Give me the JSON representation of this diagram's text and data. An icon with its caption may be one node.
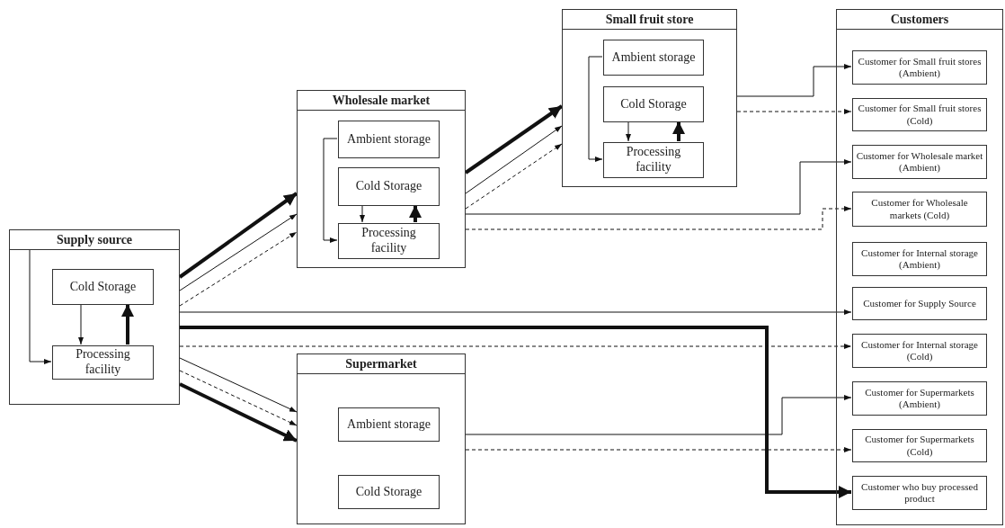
{
  "diagram": {
    "nodes": [
      {
        "text": [
          "Supply source"
        ]
      },
      {
        "text": [
          "Cold Storage"
        ],
        "in": 0
      },
      {
        "text": [
          "Processing facility"
        ],
        "in": 0
      },
      {
        "text": [
          "Wholesale market"
        ]
      },
      {
        "text": [
          "Ambient storage"
        ],
        "in": 3
      },
      {
        "text": [
          "Cold Storage"
        ],
        "in": 3
      },
      {
        "text": [
          "Processing facility"
        ],
        "in": 3
      },
      {
        "text": [
          "Small fruit store"
        ]
      },
      {
        "text": [
          "Ambient storage"
        ],
        "in": 7
      },
      {
        "text": [
          "Cold Storage"
        ],
        "in": 7
      },
      {
        "text": [
          "Processing facility"
        ],
        "in": 7
      },
      {
        "text": [
          "Supermarket"
        ]
      },
      {
        "text": [
          "Ambient storage"
        ],
        "in": 11
      },
      {
        "text": [
          "Cold Storage"
        ],
        "in": 11
      },
      {
        "text": [
          "Customers"
        ]
      },
      {
        "text": [
          "Customer for Small fruit stores (Ambient)"
        ],
        "in": 14
      },
      {
        "text": [
          "Customer for Small fruit stores (Cold)"
        ],
        "in": 14
      },
      {
        "text": [
          "Customer for Wholesale market (Ambient)"
        ],
        "in": 14
      },
      {
        "text": [
          "Customer for Wholesale markets (Cold)"
        ],
        "in": 14
      },
      {
        "text": [
          "Customer for Internal storage (Ambient)"
        ],
        "in": 14
      },
      {
        "text": [
          "Customer for Supply Source"
        ],
        "in": 14
      },
      {
        "text": [
          "Customer for Internal storage (Cold)"
        ],
        "in": 14
      },
      {
        "text": [
          "Customer for Supermarkets (Ambient)"
        ],
        "in": 14
      },
      {
        "text": [
          "Customer for Supermarkets (Cold)"
        ],
        "in": 14
      },
      {
        "text": [
          "Customer who buy processed product"
        ],
        "in": 14
      }
    ],
    "edges": [
      {
        "from": 0,
        "to": 2,
        "arrow": "to"
      },
      {
        "from": 1,
        "to": 2,
        "arrow": "to"
      },
      {
        "from": 2,
        "to": 1,
        "arrow": "to",
        "style": "thick"
      },
      {
        "from": 4,
        "to": 6,
        "arrow": "to"
      },
      {
        "from": 5,
        "to": 6,
        "arrow": "to"
      },
      {
        "from": 6,
        "to": 5,
        "arrow": "to",
        "style": "thick"
      },
      {
        "from": 8,
        "to": 10,
        "arrow": "to"
      },
      {
        "from": 9,
        "to": 10,
        "arrow": "to"
      },
      {
        "from": 10,
        "to": 9,
        "arrow": "to",
        "style": "thick"
      },
      {
        "from": 0,
        "to": 3,
        "arrow": "to",
        "style": "thick"
      },
      {
        "from": 0,
        "to": 3,
        "arrow": "to"
      },
      {
        "from": 0,
        "to": 3,
        "arrow": "to",
        "style": "dashed"
      },
      {
        "from": 0,
        "to": 20,
        "arrow": "to"
      },
      {
        "from": 0,
        "to": 24,
        "arrow": "to",
        "style": "thick"
      },
      {
        "from": 0,
        "to": 21,
        "arrow": "to",
        "style": "dashed"
      },
      {
        "from": 0,
        "to": 11,
        "arrow": "to"
      },
      {
        "from": 0,
        "to": 11,
        "arrow": "to",
        "style": "dashed"
      },
      {
        "from": 0,
        "to": 11,
        "arrow": "to",
        "style": "thick"
      },
      {
        "from": 3,
        "to": 7,
        "arrow": "to",
        "style": "thick"
      },
      {
        "from": 3,
        "to": 7,
        "arrow": "to"
      },
      {
        "from": 3,
        "to": 7,
        "arrow": "to",
        "style": "dashed"
      },
      {
        "from": 3,
        "to": 17,
        "arrow": "to"
      },
      {
        "from": 3,
        "to": 18,
        "arrow": "to",
        "style": "dashed"
      },
      {
        "from": 7,
        "to": 15,
        "arrow": "to"
      },
      {
        "from": 7,
        "to": 16,
        "arrow": "to",
        "style": "dashed"
      },
      {
        "from": 11,
        "to": 22,
        "arrow": "to"
      },
      {
        "from": 11,
        "to": 23,
        "arrow": "to",
        "style": "dashed"
      }
    ]
  }
}
